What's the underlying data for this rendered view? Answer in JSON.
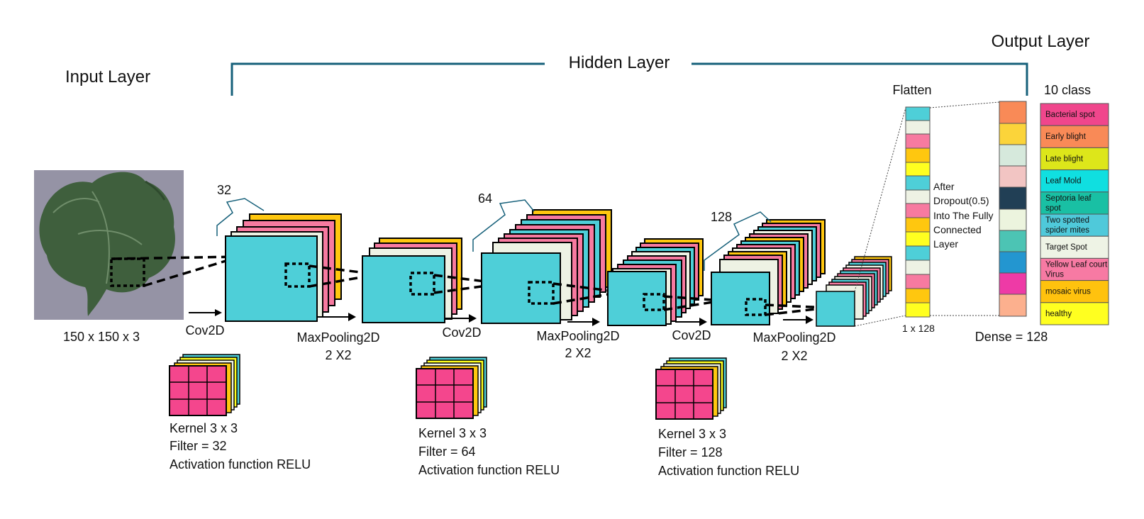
{
  "layers": {
    "input": "Input Layer",
    "hidden": "Hidden Layer",
    "output": "Output Layer"
  },
  "input_image": {
    "size_label": "150 x 150 x 3",
    "leaf_color": "#3f5f3d",
    "background_color": "#8e8c9f"
  },
  "stages": {
    "conv1": {
      "op": "Cov2D",
      "filters": "32"
    },
    "pool1": {
      "op": "MaxPooling2D",
      "size": "2 X2"
    },
    "conv2": {
      "op": "Cov2D",
      "filters": "64"
    },
    "pool2": {
      "op": "MaxPooling2D",
      "size": "2 X2"
    },
    "conv3": {
      "op": "Cov2D",
      "filters": "128"
    },
    "pool3": {
      "op": "MaxPooling2D",
      "size": "2 X2"
    }
  },
  "kernels": [
    {
      "kernel": "Kernel 3 x 3",
      "filter": "Filter = 32",
      "activation": "Activation function RELU"
    },
    {
      "kernel": "Kernel 3 x 3",
      "filter": "Filter = 64",
      "activation": "Activation function RELU"
    },
    {
      "kernel": "Kernel 3 x 3",
      "filter": "Filter = 128",
      "activation": "Activation function RELU"
    }
  ],
  "flatten": {
    "title": "Flatten",
    "size_label": "1 x 128",
    "note_lines": [
      "After",
      "Dropout(0.5)",
      "Into The Fully",
      "Connected",
      "Layer"
    ]
  },
  "dense": {
    "label": "Dense = 128"
  },
  "output": {
    "title": "10 class",
    "classes": [
      {
        "label": "Bacterial spot",
        "color": "#f0468c"
      },
      {
        "label": "Early blight",
        "color": "#f98a57"
      },
      {
        "label": "Late blight",
        "color": "#dde61a"
      },
      {
        "label": "Leaf Mold",
        "color": "#10dfe0"
      },
      {
        "label": "Septoria leaf spot",
        "color": "#19c0a4"
      },
      {
        "label": "Two spotted spider mites",
        "color": "#4fc9da"
      },
      {
        "label": "Target Spot",
        "color": "#eef3e5"
      },
      {
        "label": "Yellow Leaf court Virus",
        "color": "#f77aa3"
      },
      {
        "label": "mosaic virus",
        "color": "#ffc20e"
      },
      {
        "label": "healthy",
        "color": "#ffff20"
      }
    ]
  },
  "colors": {
    "feature_front": "#4ecfd8",
    "feature_layers": [
      "#4ecfd8",
      "#eef2e4",
      "#f77aa0",
      "#ffc70f"
    ],
    "kernel_front": "#f4468d",
    "bracket": "#16607a"
  }
}
